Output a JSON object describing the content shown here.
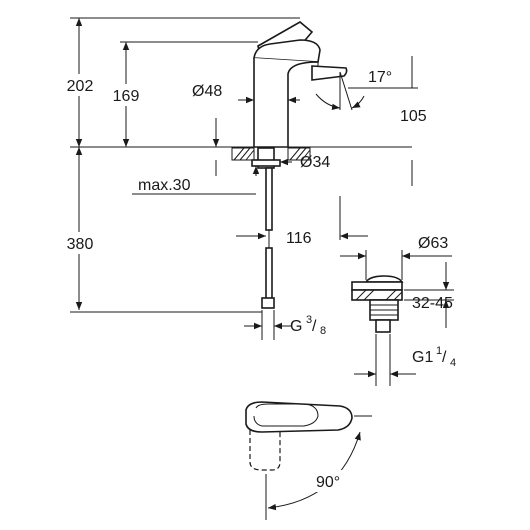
{
  "dimensions": {
    "height_total": "202",
    "height_spout": "169",
    "body_diameter": "Ø48",
    "spout_angle": "17°",
    "spout_reach": "105",
    "hole_diameter": "Ø34",
    "max_thickness": "max.30",
    "hose_offset": "116",
    "hose_length": "380",
    "hose_thread_main": "G",
    "hose_thread_num": "3",
    "hose_thread_den": "8",
    "waste_diameter": "Ø63",
    "waste_range": "32-45",
    "waste_thread_main": "G1",
    "waste_thread_num": "1",
    "waste_thread_den": "4",
    "lever_rotation": "90°"
  }
}
